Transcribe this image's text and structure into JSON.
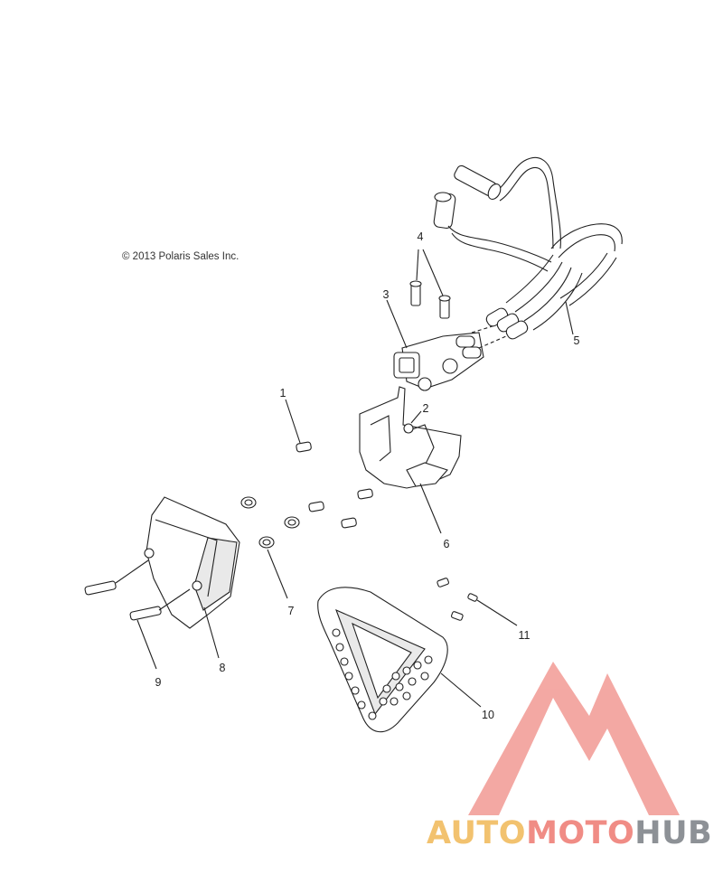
{
  "diagram": {
    "copyright": "© 2013 Polaris Sales Inc.",
    "callouts": [
      "1",
      "2",
      "3",
      "4",
      "5",
      "6",
      "7",
      "8",
      "9",
      "10",
      "11"
    ]
  },
  "watermark": {
    "part1": "AUTO",
    "part2": "MOTO",
    "part3": "HUB",
    "colors": {
      "yellow": "#f2c26f",
      "red": "#f08c85",
      "gray": "#8d9196"
    }
  }
}
